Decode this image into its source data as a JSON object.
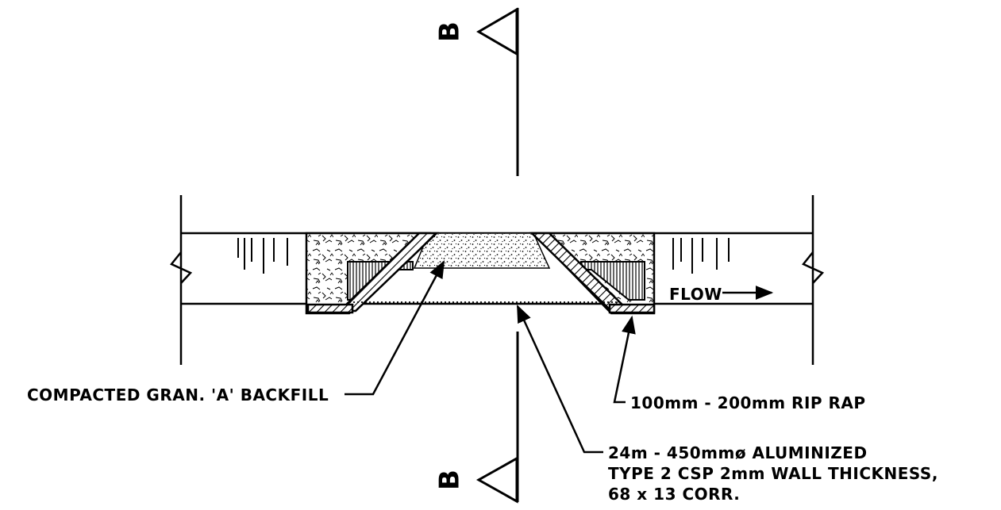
{
  "section_marker": {
    "letter": "B"
  },
  "flow_label": "FLOW",
  "labels": {
    "backfill": "COMPACTED GRAN. 'A' BACKFILL",
    "rip_rap": "100mm - 200mm RIP RAP",
    "pipe_line1": "24m - 450mmø ALUMINIZED",
    "pipe_line2": "TYPE 2 CSP 2mm WALL THICKNESS,",
    "pipe_line3": "68 x 13 CORR."
  }
}
